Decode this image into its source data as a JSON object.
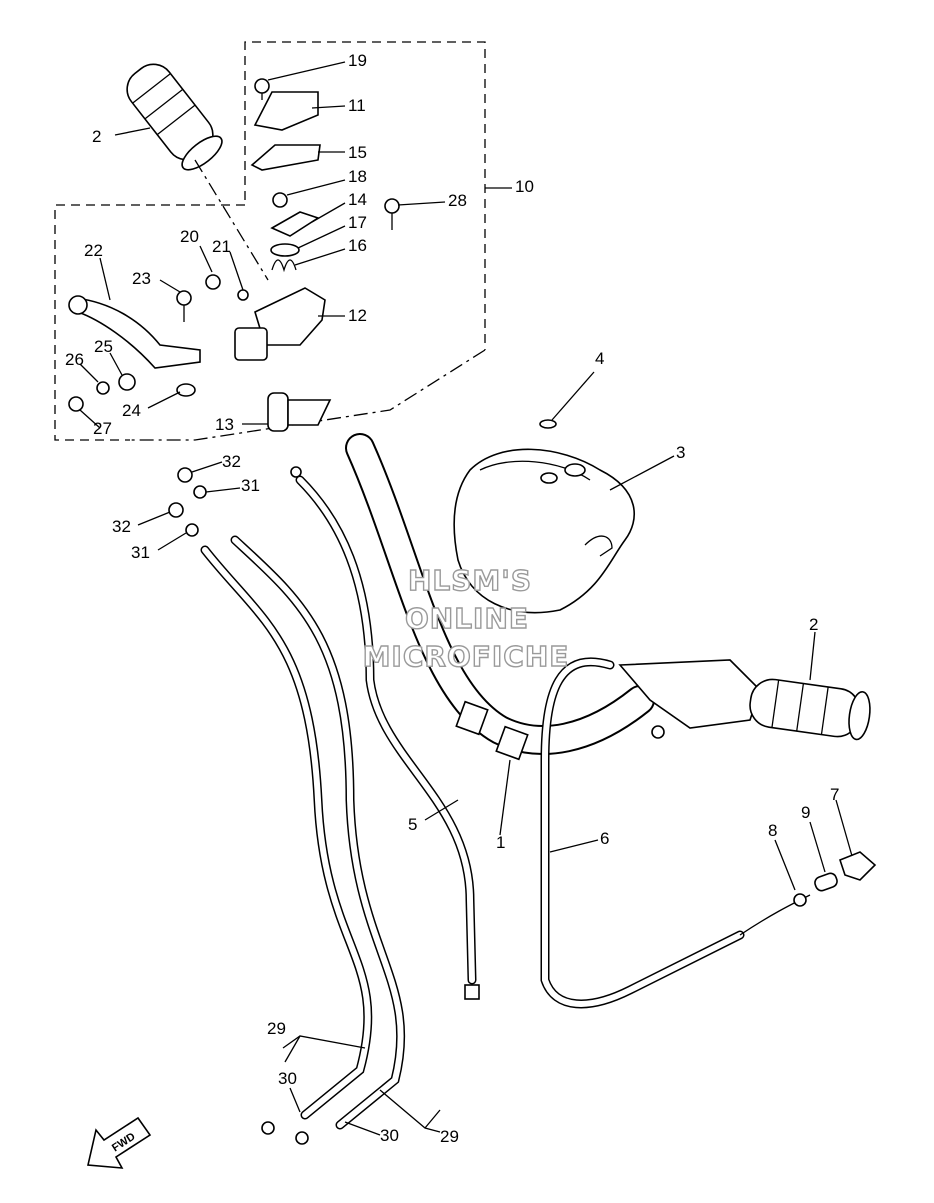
{
  "watermark": {
    "line1": "HLSM'S",
    "line2": "ONLINE",
    "line3": "MICROFICHE"
  },
  "fwd_label": "FWD",
  "callouts": [
    {
      "id": "c2a",
      "text": "2"
    },
    {
      "id": "c19",
      "text": "19"
    },
    {
      "id": "c11",
      "text": "11"
    },
    {
      "id": "c15",
      "text": "15"
    },
    {
      "id": "c18",
      "text": "18"
    },
    {
      "id": "c14",
      "text": "14"
    },
    {
      "id": "c17",
      "text": "17"
    },
    {
      "id": "c16",
      "text": "16"
    },
    {
      "id": "c28",
      "text": "28"
    },
    {
      "id": "c10",
      "text": "10"
    },
    {
      "id": "c22",
      "text": "22"
    },
    {
      "id": "c20",
      "text": "20"
    },
    {
      "id": "c21",
      "text": "21"
    },
    {
      "id": "c23",
      "text": "23"
    },
    {
      "id": "c12",
      "text": "12"
    },
    {
      "id": "c25",
      "text": "25"
    },
    {
      "id": "c26",
      "text": "26"
    },
    {
      "id": "c24",
      "text": "24"
    },
    {
      "id": "c27",
      "text": "27"
    },
    {
      "id": "c13",
      "text": "13"
    },
    {
      "id": "c4",
      "text": "4"
    },
    {
      "id": "c3",
      "text": "3"
    },
    {
      "id": "c32a",
      "text": "32"
    },
    {
      "id": "c31a",
      "text": "31"
    },
    {
      "id": "c32b",
      "text": "32"
    },
    {
      "id": "c31b",
      "text": "31"
    },
    {
      "id": "c2b",
      "text": "2"
    },
    {
      "id": "c5",
      "text": "5"
    },
    {
      "id": "c1",
      "text": "1"
    },
    {
      "id": "c6",
      "text": "6"
    },
    {
      "id": "c8",
      "text": "8"
    },
    {
      "id": "c9",
      "text": "9"
    },
    {
      "id": "c7",
      "text": "7"
    },
    {
      "id": "c29a",
      "text": "29"
    },
    {
      "id": "c30a",
      "text": "30"
    },
    {
      "id": "c30b",
      "text": "30"
    },
    {
      "id": "c29b",
      "text": "29"
    }
  ]
}
